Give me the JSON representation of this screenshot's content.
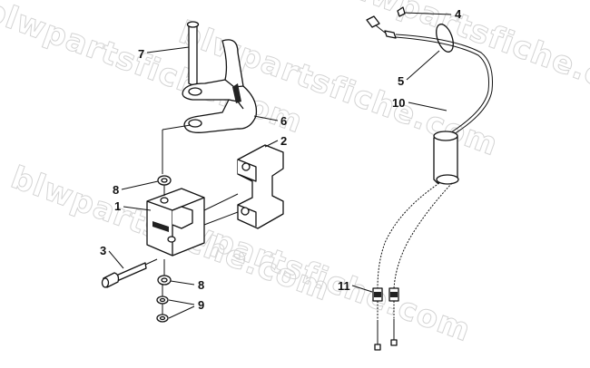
{
  "watermark": {
    "segments": [
      "blwpartsfiche.com",
      "blwpartsfiche.com",
      "blwpartsfiche.com",
      "blwpartsfiche.com",
      "blwpartsfiche.com"
    ]
  },
  "callouts": {
    "c1": "1",
    "c2": "2",
    "c3": "3",
    "c4": "4",
    "c5": "5",
    "c6": "6",
    "c7": "7",
    "c8a": "8",
    "c8b": "8",
    "c9": "9",
    "c10": "10",
    "c11": "11"
  },
  "colors": {
    "line": "#111111",
    "watermark": "#d4d4d4",
    "background": "#ffffff"
  }
}
